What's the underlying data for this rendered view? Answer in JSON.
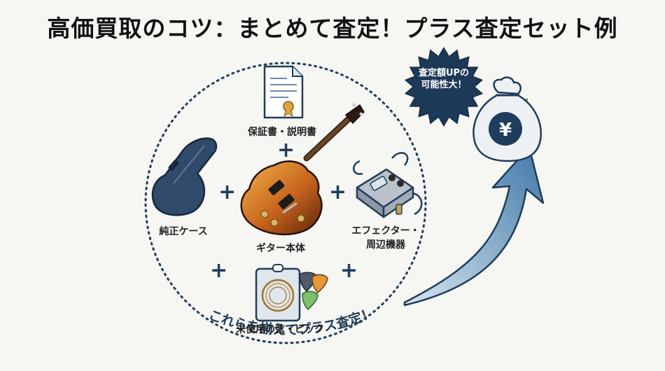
{
  "title": "高価買取のコツ：まとめて査定！プラス査定セット例",
  "items": {
    "certificate": "保証書・説明書",
    "case": "純正ケース",
    "guitar": "ギター本体",
    "effector_line1": "エフェクター・",
    "effector_line2": "周辺機器",
    "strings": "未使用の弦・ピック"
  },
  "plus_sign": "+",
  "badge": {
    "line1": "査定額UPの",
    "line2": "可能性大！"
  },
  "money_bag_symbol": "¥",
  "arc_caption": "これらを揃えてプラス査定！",
  "colors": {
    "navy": "#1f3d5c",
    "badge_bg": "#1c3957",
    "arrow_blue": "#3f79a8",
    "arrow_green": "#43a047",
    "bag_fill": "#eef1f3"
  },
  "icons": [
    "document-icon",
    "guitar-case-icon",
    "electric-guitar-icon",
    "effector-pedal-icon",
    "strings-pack-icon",
    "picks-icon",
    "money-bag-icon",
    "up-arrow-icon",
    "star-badge-icon"
  ]
}
